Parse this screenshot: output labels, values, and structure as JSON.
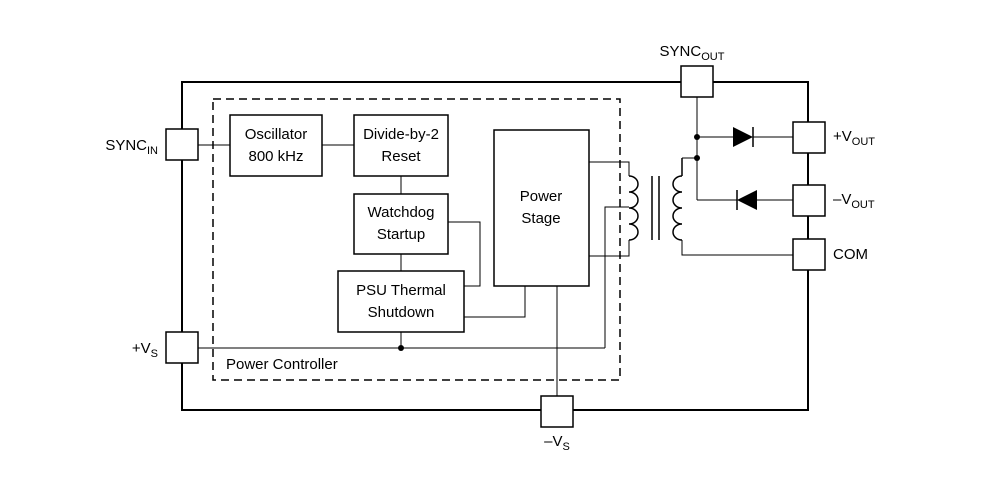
{
  "blocks": {
    "oscillator": [
      "Oscillator",
      "800 kHz"
    ],
    "divider": [
      "Divide-by-2",
      "Reset"
    ],
    "watchdog": [
      "Watchdog",
      "Startup"
    ],
    "thermal": [
      "PSU Thermal",
      "Shutdown"
    ],
    "power_stage": [
      "Power",
      "Stage"
    ]
  },
  "region_label": "Power Controller",
  "pins": {
    "sync_in": {
      "main": "SYNC",
      "sub": "IN"
    },
    "sync_out": {
      "main": "SYNC",
      "sub": "OUT"
    },
    "vs_pos": {
      "main": "+V",
      "sub": "S"
    },
    "vs_neg": {
      "main": "–V",
      "sub": "S"
    },
    "vout_pos": {
      "main": "+V",
      "sub": "OUT"
    },
    "vout_neg": {
      "main": "–V",
      "sub": "OUT"
    },
    "com": {
      "main": "COM",
      "sub": ""
    }
  }
}
